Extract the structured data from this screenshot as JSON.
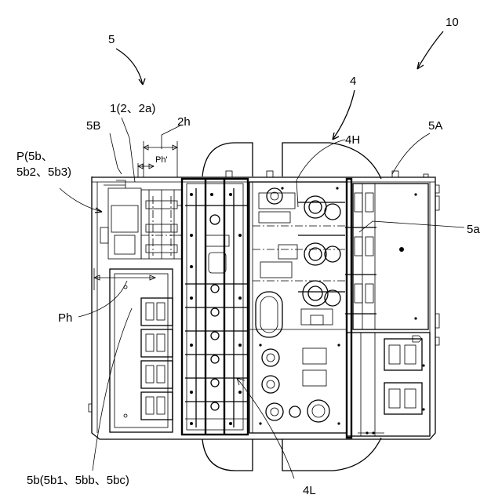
{
  "labels": {
    "overall": "10",
    "unit_5": "5",
    "unit_4": "4",
    "label_4H": "4H",
    "label_5A": "5A",
    "label_5a": "5a",
    "label_2h": "2h",
    "label_1": "1(2、2a)",
    "label_5B": "5B",
    "label_Ph_prime": "Ph'",
    "label_P_line1": "P(5b、",
    "label_P_line2": "5b2、5b3)",
    "label_Ph": "Ph",
    "label_4L": "4L",
    "label_5b": "5b(5b1、5bb、5bc)"
  }
}
